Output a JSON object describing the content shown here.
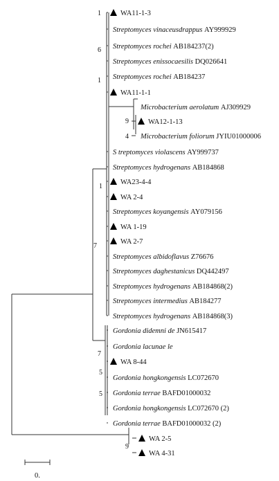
{
  "tree": {
    "scale_label": "0.",
    "leaves": [
      {
        "id": "L0",
        "genus": "",
        "species": "",
        "accession": "WA11-1-3",
        "marker": true
      },
      {
        "id": "L1",
        "genus": "Streptomyces",
        "species": "vinaceusdrappus",
        "accession": "AY999929",
        "marker": false
      },
      {
        "id": "L2",
        "genus": "Streptomyces",
        "species": "rochei",
        "accession": "AB184237(2)",
        "marker": false
      },
      {
        "id": "L3",
        "genus": "Streptomyces",
        "species": "enissocaesilis",
        "accession": "DQ026641",
        "marker": false
      },
      {
        "id": "L4",
        "genus": "Streptomyces",
        "species": "rochei",
        "accession": "AB184237",
        "marker": false
      },
      {
        "id": "L5",
        "genus": "",
        "species": "",
        "accession": "WA11-1-1",
        "marker": true
      },
      {
        "id": "L6",
        "genus": "Microbacterium",
        "species": "aerolatum",
        "accession": "AJ309929",
        "marker": false
      },
      {
        "id": "L7",
        "genus": "",
        "species": "",
        "accession": "WA12-1-13",
        "marker": true
      },
      {
        "id": "L8",
        "genus": "Microbacterium",
        "species": "foliorum",
        "accession": "JYIU01000006",
        "marker": false
      },
      {
        "id": "L9",
        "genus": "S treptomyces",
        "species": "violascens",
        "accession": "AY999737",
        "marker": false
      },
      {
        "id": "L10",
        "genus": "Streptomyces",
        "species": "hydrogenans",
        "accession": "AB184868",
        "marker": false
      },
      {
        "id": "L11",
        "genus": "",
        "species": "",
        "accession": "WA23-4-4",
        "marker": true
      },
      {
        "id": "L12",
        "genus": "",
        "species": "",
        "accession": "WA 2-4",
        "marker": true
      },
      {
        "id": "L13",
        "genus": "Streptomyces",
        "species": "koyangensis",
        "accession": "AY079156",
        "marker": false
      },
      {
        "id": "L14",
        "genus": "",
        "species": "",
        "accession": "WA 1-19",
        "marker": true
      },
      {
        "id": "L15",
        "genus": "",
        "species": "",
        "accession": "WA 2-7",
        "marker": true
      },
      {
        "id": "L16",
        "genus": "Streptomyces",
        "species": "albidoflavus",
        "accession": "Z76676",
        "marker": false
      },
      {
        "id": "L17",
        "genus": "Streptomyces",
        "species": "daghestanicus",
        "accession": "DQ442497",
        "marker": false
      },
      {
        "id": "L18",
        "genus": "Streptomyces",
        "species": "hydrogenans",
        "accession": "AB184868(2)",
        "marker": false
      },
      {
        "id": "L19",
        "genus": "Streptomyces",
        "species": "intermedius",
        "accession": "AB184277",
        "marker": false
      },
      {
        "id": "L20",
        "genus": "Streptomyces",
        "species": "hydrogenans",
        "accession": "AB184868(3)",
        "marker": false
      },
      {
        "id": "L21",
        "genus": "Gordonia",
        "species": "didemni de",
        "accession": "JN615417",
        "marker": false
      },
      {
        "id": "L22",
        "genus": "Gordonia",
        "species": "lacunae le",
        "accession": "",
        "marker": false
      },
      {
        "id": "L23",
        "genus": "",
        "species": "",
        "accession": "WA 8-44",
        "marker": true
      },
      {
        "id": "L24",
        "genus": "Gordonia",
        "species": "hongkongensis",
        "accession": "LC072670",
        "marker": false
      },
      {
        "id": "L25",
        "genus": "Gordonia",
        "species": "terrae",
        "accession": "BAFD01000032",
        "marker": false
      },
      {
        "id": "L26",
        "genus": "Gordonia",
        "species": "hongkongensis",
        "accession": "LC072670 (2)",
        "marker": false
      },
      {
        "id": "L27",
        "genus": "Gordonia",
        "species": "terrae",
        "accession": "BAFD01000032 (2)",
        "marker": false
      },
      {
        "id": "L28",
        "genus": "",
        "species": "",
        "accession": "WA 2-5",
        "marker": true
      },
      {
        "id": "L29",
        "genus": "",
        "species": "",
        "accession": "WA 4-31",
        "marker": true
      }
    ],
    "support_values": [
      "1",
      "6",
      "1",
      "9",
      "4",
      "1",
      "7",
      "7",
      "5",
      "5",
      "9"
    ]
  }
}
